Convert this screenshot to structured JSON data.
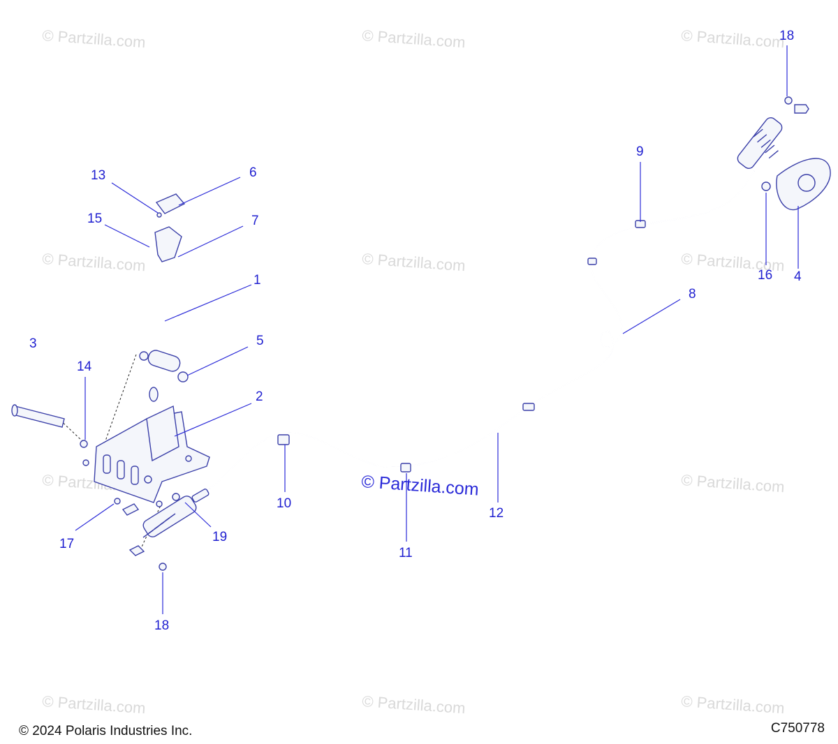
{
  "watermark_text": "© Partzilla.com",
  "center_watermark_text": "© Partzilla.com",
  "callouts": [
    {
      "id": "c18a",
      "text": "18"
    },
    {
      "id": "c9",
      "text": "9"
    },
    {
      "id": "c13",
      "text": "13"
    },
    {
      "id": "c6",
      "text": "6"
    },
    {
      "id": "c15",
      "text": "15"
    },
    {
      "id": "c7",
      "text": "7"
    },
    {
      "id": "c1",
      "text": "1"
    },
    {
      "id": "c16",
      "text": "16"
    },
    {
      "id": "c4",
      "text": "4"
    },
    {
      "id": "c8",
      "text": "8"
    },
    {
      "id": "c3",
      "text": "3"
    },
    {
      "id": "c14",
      "text": "14"
    },
    {
      "id": "c5",
      "text": "5"
    },
    {
      "id": "c2",
      "text": "2"
    },
    {
      "id": "c10",
      "text": "10"
    },
    {
      "id": "c12",
      "text": "12"
    },
    {
      "id": "c17",
      "text": "17"
    },
    {
      "id": "c19",
      "text": "19"
    },
    {
      "id": "c11",
      "text": "11"
    },
    {
      "id": "c18b",
      "text": "18"
    }
  ],
  "footer": {
    "copyright": "© 2024 Polaris Industries Inc.",
    "drawing_id": "C750778"
  },
  "colors": {
    "callout": "#1f1fd0",
    "watermark": "#d9d9d9",
    "part_stroke": "#3a3fa8"
  }
}
